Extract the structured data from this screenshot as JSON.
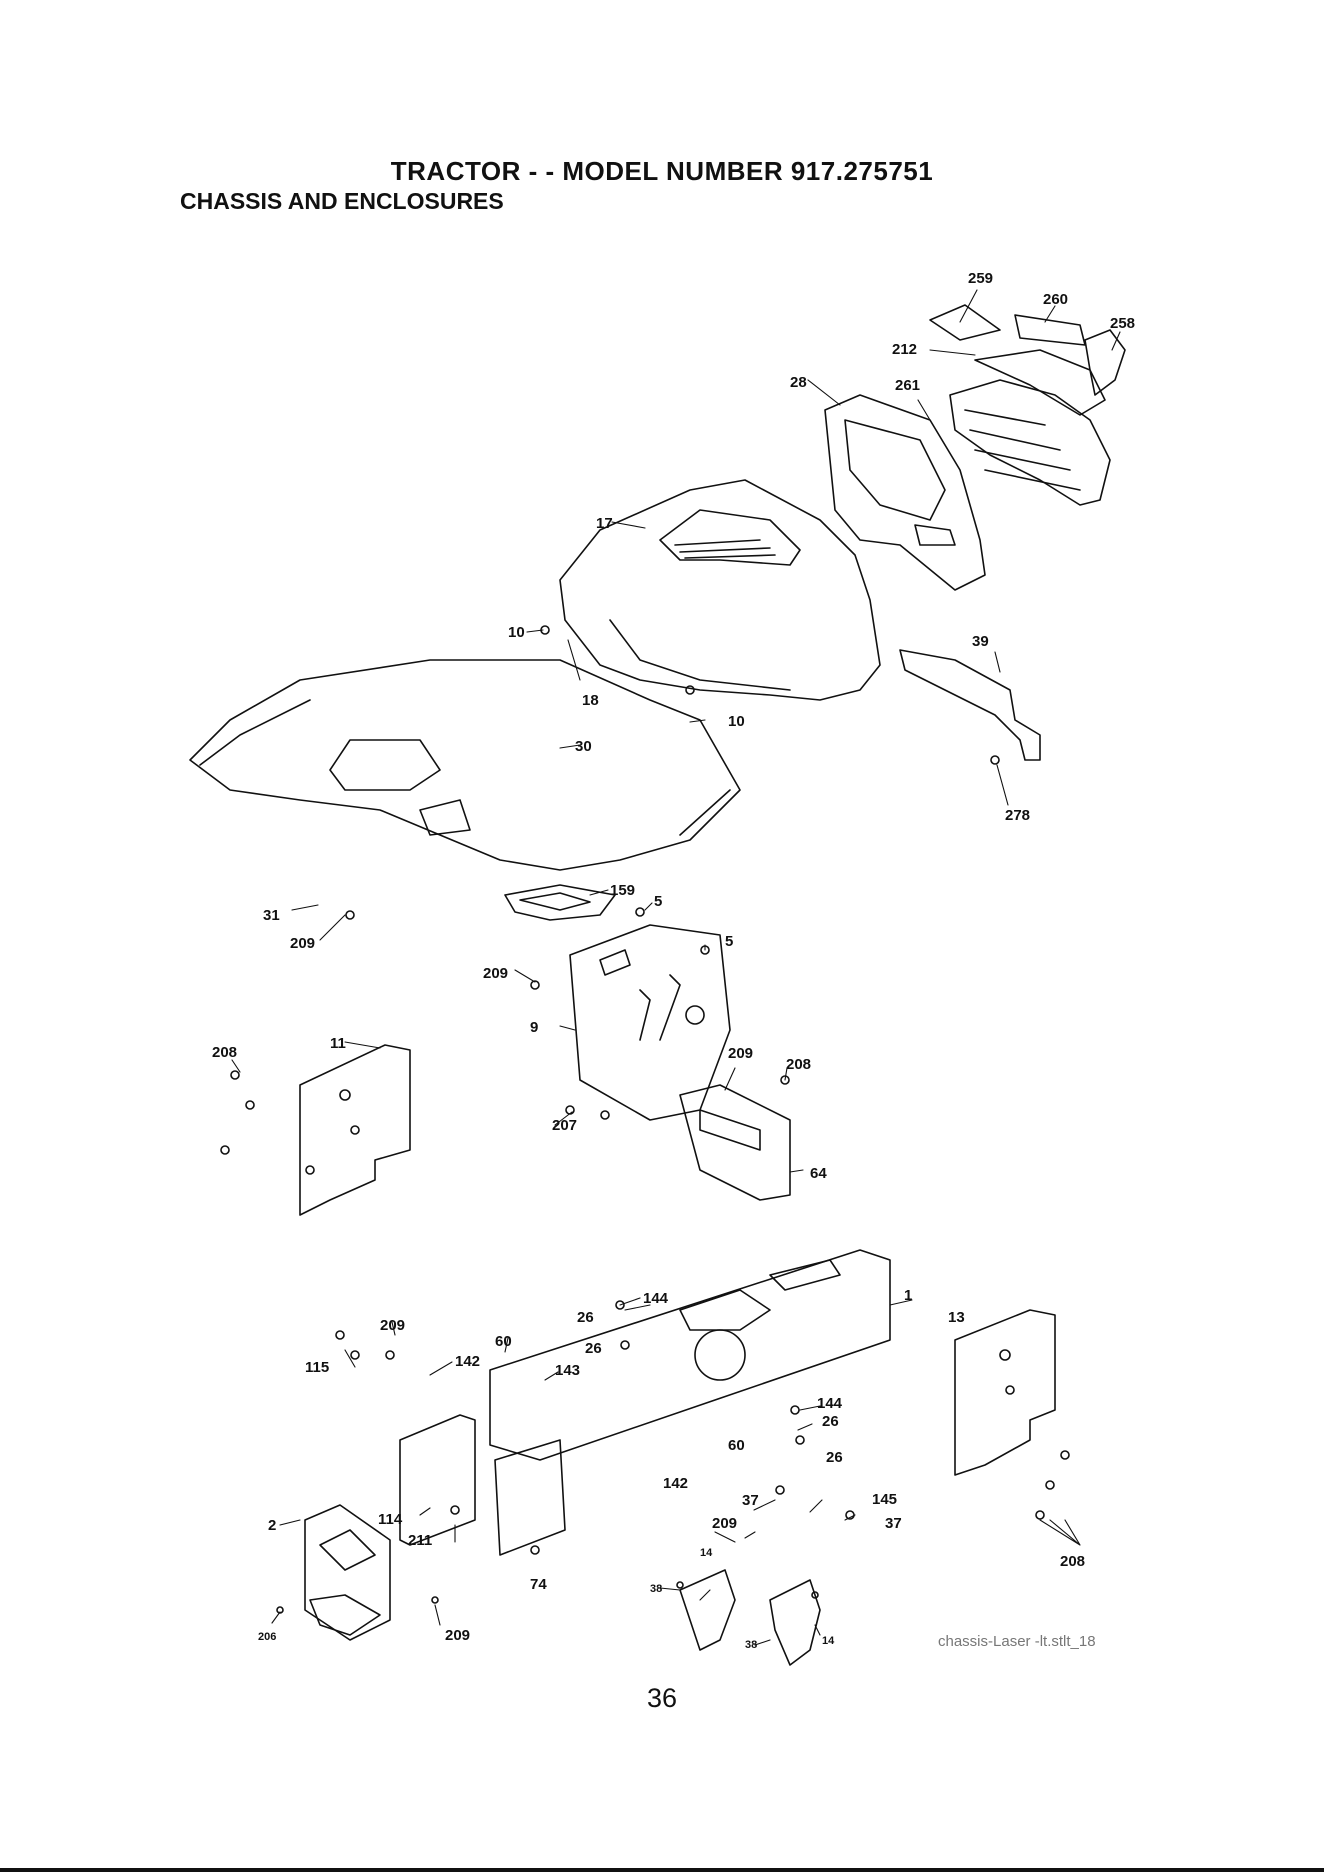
{
  "header": {
    "title": "TRACTOR - - MODEL NUMBER 917.275751",
    "subtitle": "CHASSIS AND ENCLOSURES"
  },
  "callouts": {
    "c259": "259",
    "c260": "260",
    "c258": "258",
    "c212": "212",
    "c28": "28",
    "c261": "261",
    "c17": "17",
    "c10a": "10",
    "c10b": "10",
    "c18": "18",
    "c30": "30",
    "c39": "39",
    "c278": "278",
    "c159": "159",
    "c5a": "5",
    "c5b": "5",
    "c31": "31",
    "c209a": "209",
    "c209b": "209",
    "c9": "9",
    "c209c": "209",
    "c208a": "208",
    "c208b": "208",
    "c11": "11",
    "c207": "207",
    "c64": "64",
    "c1": "1",
    "c144a": "144",
    "c26a": "26",
    "c26b": "26",
    "c13": "13",
    "c209d": "209",
    "c115": "115",
    "c142a": "142",
    "c60a": "60",
    "c143": "143",
    "c144b": "144",
    "c26c": "26",
    "c60b": "60",
    "c26d": "26",
    "c142b": "142",
    "c37a": "37",
    "c145": "145",
    "c37b": "37",
    "c2": "2",
    "c114": "114",
    "c211": "211",
    "c209e": "209",
    "c74": "74",
    "c14a": "14",
    "c38a": "38",
    "c208c": "208",
    "c206": "206",
    "c209f": "209",
    "c38b": "38",
    "c14b": "14"
  },
  "footer": {
    "file_id": "chassis-Laser -lt.stlt_18",
    "page_number": "36"
  }
}
